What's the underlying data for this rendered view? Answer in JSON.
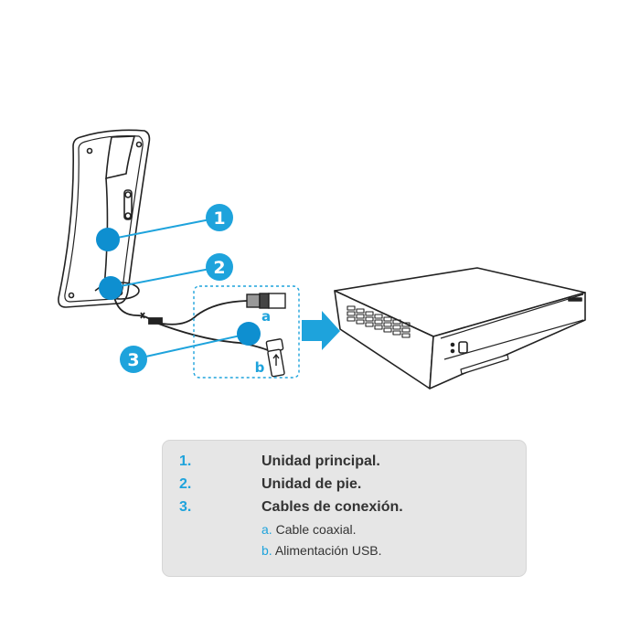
{
  "colors": {
    "accent": "#1ea3dc",
    "callout_dot": "#0e8fd0",
    "legend_bg": "#e6e6e6",
    "text": "#333333"
  },
  "callouts": [
    {
      "number": "1"
    },
    {
      "number": "2"
    },
    {
      "number": "3"
    }
  ],
  "cable_labels": {
    "a": "a",
    "b": "b"
  },
  "legend": {
    "items": [
      {
        "number": "1.",
        "label": "Unidad principal."
      },
      {
        "number": "2.",
        "label": "Unidad de pie."
      },
      {
        "number": "3.",
        "label": "Cables de conexión."
      }
    ],
    "subitems": [
      {
        "letter": "a.",
        "label": "Cable coaxial."
      },
      {
        "letter": "b.",
        "label": "Alimentación USB."
      }
    ]
  }
}
